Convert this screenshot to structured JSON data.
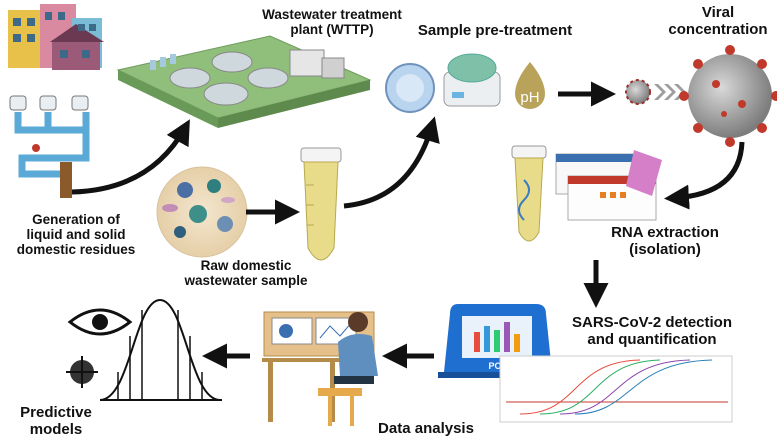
{
  "labels": {
    "wwtp_line1": "Wastewater treatment",
    "wwtp_line2": "plant (WTTP)",
    "pretreatment": "Sample pre-treatment",
    "viral_line1": "Viral",
    "viral_line2": "concentration",
    "generation_line1": "Generation of",
    "generation_line2": "liquid and solid",
    "generation_line3": "domestic residues",
    "raw_line1": "Raw domestic",
    "raw_line2": "wastewater sample",
    "rna_line1": "RNA extraction",
    "rna_line2": "(isolation)",
    "sars_line1": "SARS-CoV-2 detection",
    "sars_line2": "and quantification",
    "predictive_line1": "Predictive",
    "predictive_line2": "models",
    "analysis": "Data analysis",
    "pcr": "PCR",
    "ph": "pH"
  },
  "colors": {
    "arrow": "#111111",
    "pcr_blue": "#1f6fd1",
    "virus_red": "#c0392b",
    "tube_yellow": "#e8dc8a",
    "plant_green": "#8fbf7a"
  }
}
